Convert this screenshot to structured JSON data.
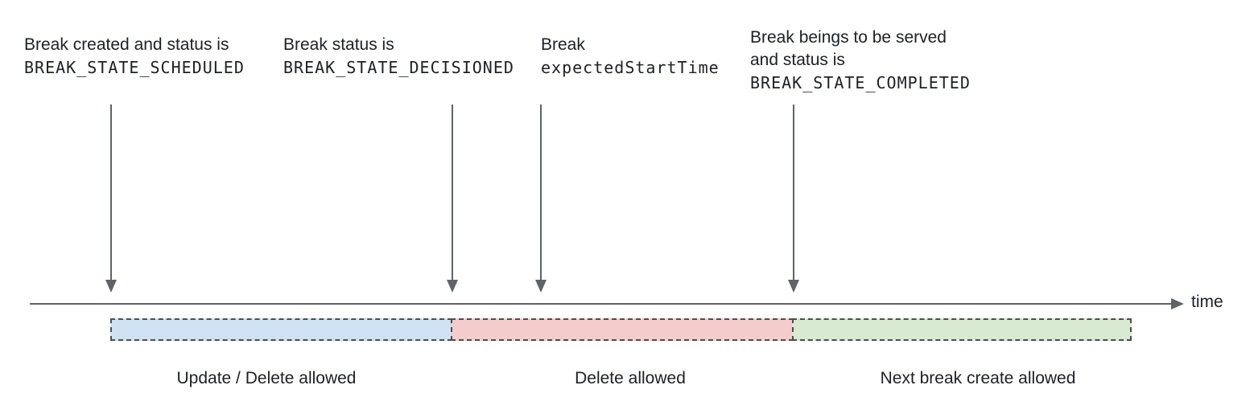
{
  "annotations": [
    {
      "line1": "Break created and status is",
      "code": "BREAK_STATE_SCHEDULED"
    },
    {
      "line1": "Break status is",
      "code": "BREAK_STATE_DECISIONED"
    },
    {
      "line1": "Break",
      "code": "expectedStartTime"
    },
    {
      "line1": "Break beings to be served",
      "line2": "and status is",
      "code": "BREAK_STATE_COMPLETED"
    }
  ],
  "timeline": {
    "label": "time"
  },
  "segments": [
    {
      "label": "Update / Delete allowed",
      "color": "#cfe2f3"
    },
    {
      "label": "Delete allowed",
      "color": "#f4cccc"
    },
    {
      "label": "Next break create allowed",
      "color": "#d9ead3"
    }
  ],
  "colors": {
    "arrow_line": "#5f6368",
    "dashed_border": "#4d4d4d",
    "text": "#202124"
  }
}
